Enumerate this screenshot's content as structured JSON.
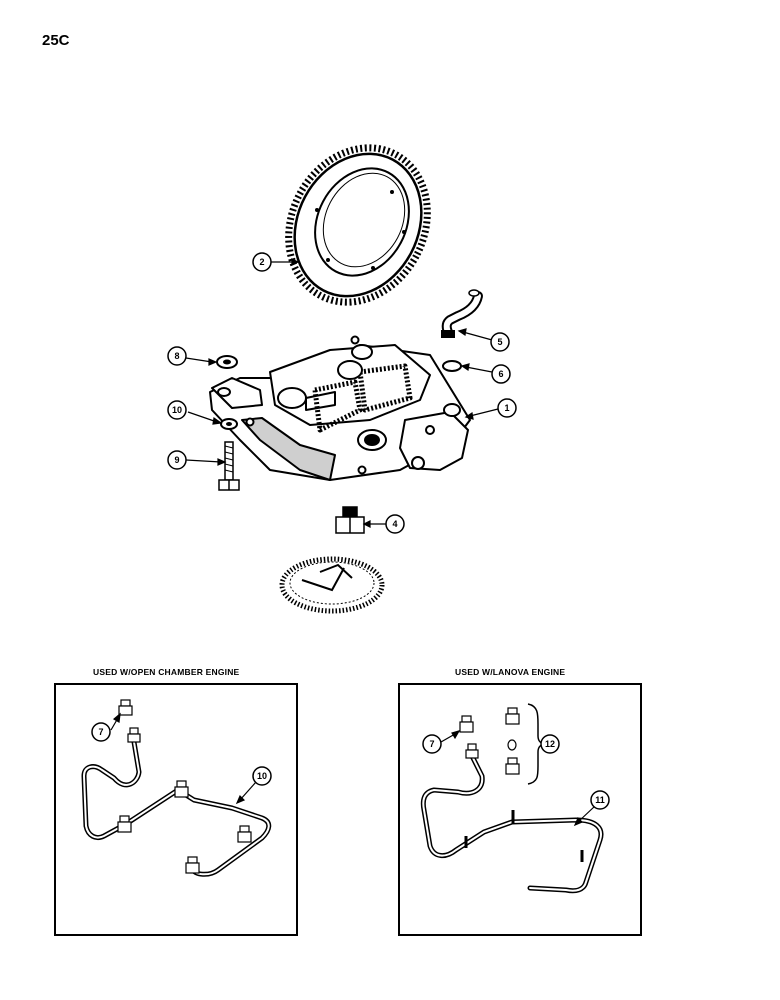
{
  "page": {
    "number": "25C"
  },
  "callouts_main": [
    "2",
    "5",
    "8",
    "6",
    "10",
    "1",
    "9",
    "4"
  ],
  "inset_left": {
    "caption": "USED W/OPEN CHAMBER ENGINE",
    "callouts": [
      "7",
      "10"
    ]
  },
  "inset_right": {
    "caption": "USED W/LANOVA ENGINE",
    "callouts": [
      "7",
      "12",
      "11"
    ]
  },
  "colors": {
    "ink": "#000000",
    "paper": "#ffffff",
    "shade": "#cfcfcf"
  }
}
